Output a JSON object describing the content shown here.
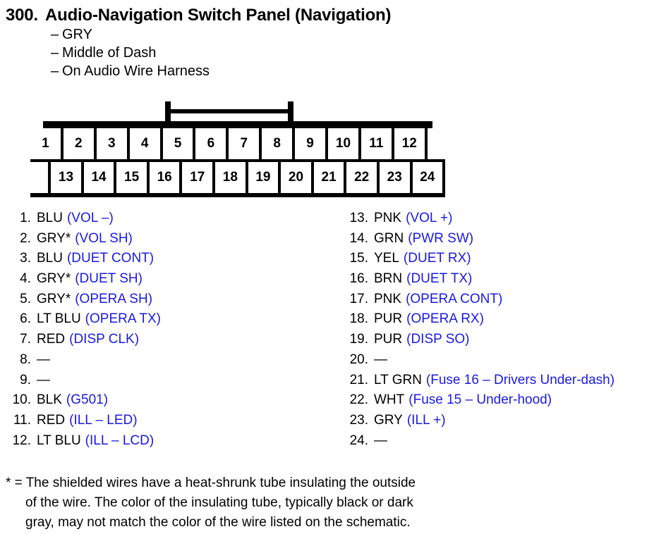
{
  "header": {
    "number": "300.",
    "title": "Audio-Navigation Switch Panel (Navigation)",
    "sub_items": [
      {
        "dash": "–",
        "text": "GRY"
      },
      {
        "dash": "–",
        "text": "Middle of Dash"
      },
      {
        "dash": "–",
        "text": "On Audio Wire Harness"
      }
    ]
  },
  "connector": {
    "top_row": [
      "1",
      "2",
      "3",
      "4",
      "5",
      "6",
      "7",
      "8",
      "9",
      "10",
      "11",
      "12"
    ],
    "bottom_row": [
      "13",
      "14",
      "15",
      "16",
      "17",
      "18",
      "19",
      "20",
      "21",
      "22",
      "23",
      "24"
    ],
    "latch": "locking-latch"
  },
  "pins_left": [
    {
      "num": "1.",
      "color": "BLU",
      "func": "(VOL –)"
    },
    {
      "num": "2.",
      "color": "GRY*",
      "func": "(VOL SH)"
    },
    {
      "num": "3.",
      "color": "BLU",
      "func": "(DUET CONT)"
    },
    {
      "num": "4.",
      "color": "GRY*",
      "func": "(DUET SH)"
    },
    {
      "num": "5.",
      "color": "GRY*",
      "func": "(OPERA SH)"
    },
    {
      "num": "6.",
      "color": "LT BLU",
      "func": "(OPERA TX)"
    },
    {
      "num": "7.",
      "color": "RED",
      "func": "(DISP CLK)"
    },
    {
      "num": "8.",
      "color": "—",
      "func": ""
    },
    {
      "num": "9.",
      "color": "—",
      "func": ""
    },
    {
      "num": "10.",
      "color": "BLK",
      "func": "(G501)"
    },
    {
      "num": "11.",
      "color": "RED",
      "func": "(ILL – LED)"
    },
    {
      "num": "12.",
      "color": "LT BLU",
      "func": "(ILL – LCD)"
    }
  ],
  "pins_right": [
    {
      "num": "13.",
      "color": "PNK",
      "func": "(VOL +)"
    },
    {
      "num": "14.",
      "color": "GRN",
      "func": "(PWR SW)"
    },
    {
      "num": "15.",
      "color": "YEL",
      "func": "(DUET RX)"
    },
    {
      "num": "16.",
      "color": "BRN",
      "func": "(DUET TX)"
    },
    {
      "num": "17.",
      "color": "PNK",
      "func": "(OPERA CONT)"
    },
    {
      "num": "18.",
      "color": "PUR",
      "func": "(OPERA RX)"
    },
    {
      "num": "19.",
      "color": "PUR",
      "func": "(DISP SO)"
    },
    {
      "num": "20.",
      "color": "—",
      "func": ""
    },
    {
      "num": "21.",
      "color": "LT GRN",
      "func": "(Fuse 16 – Drivers Under-dash)"
    },
    {
      "num": "22.",
      "color": "WHT",
      "func": "(Fuse 15 – Under-hood)"
    },
    {
      "num": "23.",
      "color": "GRY",
      "func": "(ILL +)"
    },
    {
      "num": "24.",
      "color": "—",
      "func": ""
    }
  ],
  "footnote": [
    "* = The shielded wires have a heat-shrunk tube insulating the outside",
    "of the wire. The color of the insulating tube, typically black or dark",
    "gray, may not match the color of the wire listed on the schematic."
  ],
  "colors": {
    "function_label": "#1a1ae0",
    "text": "#000000",
    "background": "#ffffff"
  }
}
